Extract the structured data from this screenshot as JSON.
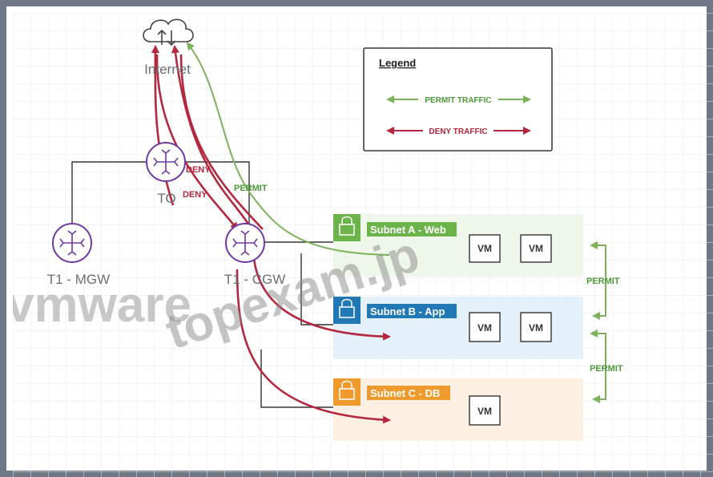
{
  "nodes": {
    "internet": "Internet",
    "tier0": "TO",
    "t1_mgw": "T1 - MGW",
    "t1_cgw": "T1 - CGW"
  },
  "legend": {
    "title": "Legend",
    "permit": "PERMIT TRAFFIC",
    "deny": "DENY TRAFFIC"
  },
  "subnets": [
    {
      "name": "Subnet A - Web",
      "vms": [
        "VM",
        "VM"
      ]
    },
    {
      "name": "Subnet B - App",
      "vms": [
        "VM",
        "VM"
      ]
    },
    {
      "name": "Subnet C - DB",
      "vms": [
        "VM"
      ]
    }
  ],
  "flow_labels": {
    "deny_1": "DENY",
    "deny_2": "DENY",
    "permit_internet": "PERMIT",
    "permit_ab": "PERMIT",
    "permit_bc": "PERMIT"
  },
  "watermark": {
    "brand": "vmware",
    "site": "topexam.jp"
  },
  "colors": {
    "permit": "#7cb35a",
    "deny": "#b3283f",
    "subnet_a": "#6bb34a",
    "subnet_b": "#2277b5",
    "subnet_c": "#ef9a2c",
    "router": "#6e3aa3"
  }
}
